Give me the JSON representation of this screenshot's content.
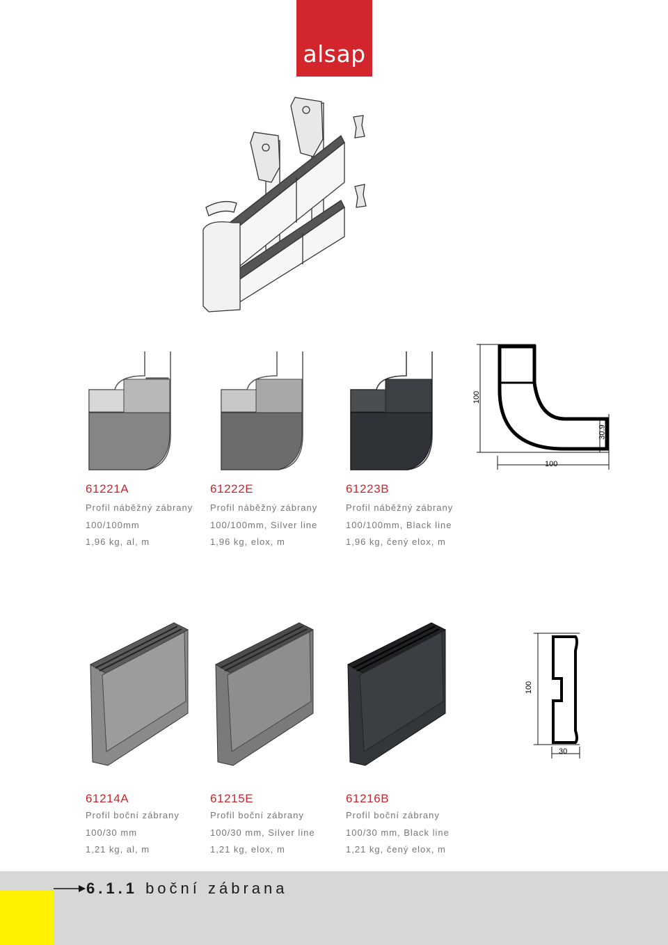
{
  "brand": {
    "logo_text": "alsap",
    "color": "#d3262c"
  },
  "section": {
    "number": "6.1.1",
    "title": "boční zábrana"
  },
  "accent": {
    "code_color": "#c8262c",
    "footer_bg": "#d7d7d7",
    "marker": "#fff200"
  },
  "corner_profiles": [
    {
      "code": "61221A",
      "line1": "Profil náběžný zábrany",
      "line2": "100/100mm",
      "line3": "1,96 kg, al, m"
    },
    {
      "code": "61222E",
      "line1": "Profil náběžný zábrany",
      "line2": "100/100mm, Silver line",
      "line3": "1,96 kg, elox, m"
    },
    {
      "code": "61223B",
      "line1": "Profil náběžný zábrany",
      "line2": "100/100mm, Black line",
      "line3": "1,96 kg, čený elox, m"
    }
  ],
  "side_profiles": [
    {
      "code": "61214A",
      "line1": "Profil boční zábrany",
      "line2": "100/30 mm",
      "line3": "1,21 kg, al, m"
    },
    {
      "code": "61215E",
      "line1": "Profil boční zábrany",
      "line2": "100/30 mm, Silver line",
      "line3": "1,21 kg, elox, m"
    },
    {
      "code": "61216B",
      "line1": "Profil boční zábrany",
      "line2": "100/30 mm, Black line",
      "line3": "1,21 kg, čený elox, m"
    }
  ],
  "dimensions_corner": {
    "height": "100",
    "width": "100",
    "thickness": "30.9"
  },
  "dimensions_side": {
    "height": "100",
    "width": "30"
  }
}
